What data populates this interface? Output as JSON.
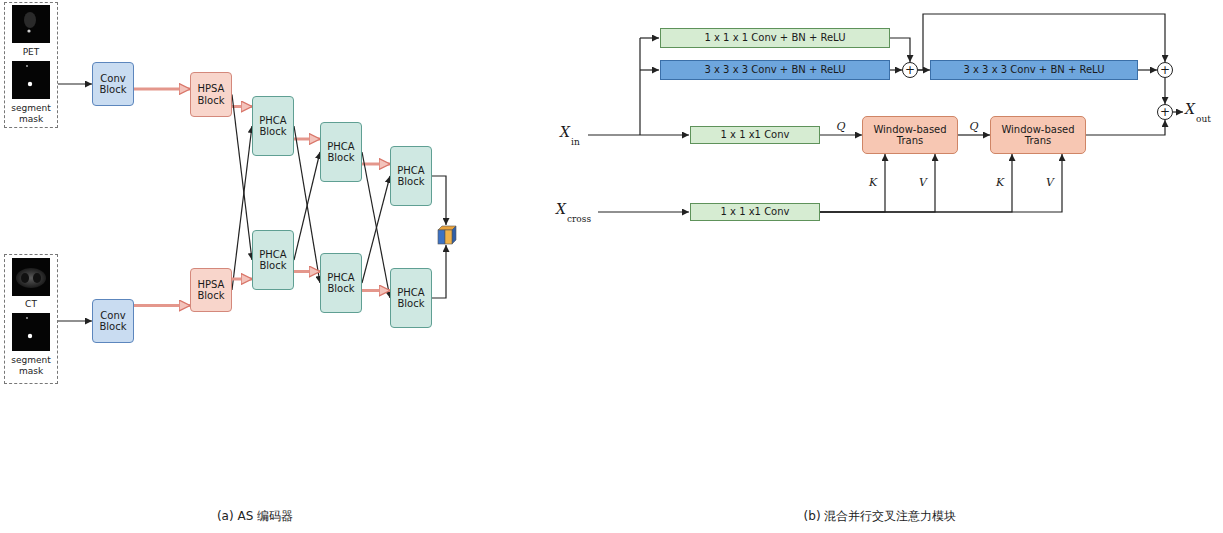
{
  "diagram": {
    "nodes": [
      {
        "text": [
          "PET",
          "segment mask"
        ]
      },
      {
        "text": [
          "Conv Block"
        ]
      },
      {
        "text": [
          "HPSA Block"
        ]
      },
      {
        "text": [
          "PHCA Block"
        ]
      },
      {
        "text": [
          "PHCA Block"
        ]
      },
      {
        "text": [
          "PHCA Block"
        ]
      },
      {
        "text": [
          "CT",
          "segment mask"
        ]
      },
      {
        "text": [
          "Conv Block"
        ]
      },
      {
        "text": [
          "HPSA Block"
        ]
      },
      {
        "text": [
          "PHCA Block"
        ]
      },
      {
        "text": [
          "PHCA Block"
        ]
      },
      {
        "text": [
          "PHCA Block"
        ]
      },
      {
        "text": [
          "1 x 1 x 1 Conv + BN + ReLU"
        ]
      },
      {
        "text": [
          "3 x 3 x 3 Conv + BN + ReLU"
        ]
      },
      {
        "text": [
          "3 x 3 x 3 Conv + BN + ReLU"
        ]
      },
      {
        "text": [
          "1 x 1 x1 Conv"
        ]
      },
      {
        "text": [
          "Window-based Trans"
        ]
      },
      {
        "text": [
          "Window-based Trans"
        ]
      },
      {
        "text": [
          "1 x 1 x1 Conv"
        ]
      },
      {
        "text": [
          "+"
        ]
      },
      {
        "text": [
          "+"
        ]
      },
      {
        "text": [
          "+"
        ]
      }
    ],
    "edges": [
      {
        "from": 0,
        "to": 1,
        "arrow": "to"
      },
      {
        "from": 1,
        "to": 2,
        "arrow": "to"
      },
      {
        "from": 2,
        "to": 3,
        "arrow": "to"
      },
      {
        "from": 2,
        "to": 9,
        "arrow": "to"
      },
      {
        "from": 8,
        "to": 3,
        "arrow": "to"
      },
      {
        "from": 6,
        "to": 7,
        "arrow": "to"
      },
      {
        "from": 7,
        "to": 8,
        "arrow": "to"
      },
      {
        "from": 8,
        "to": 9,
        "arrow": "to"
      },
      {
        "from": 3,
        "to": 4,
        "arrow": "to"
      },
      {
        "from": 3,
        "to": 10,
        "arrow": "to"
      },
      {
        "from": 9,
        "to": 10,
        "arrow": "to"
      },
      {
        "from": 9,
        "to": 4,
        "arrow": "to"
      },
      {
        "from": 4,
        "to": 5,
        "arrow": "to"
      },
      {
        "from": 4,
        "to": 11,
        "arrow": "to"
      },
      {
        "from": 10,
        "to": 11,
        "arrow": "to"
      },
      {
        "from": 10,
        "to": 5,
        "arrow": "to"
      },
      {
        "from": 12,
        "to": 19,
        "arrow": "to"
      },
      {
        "from": 13,
        "to": 19,
        "arrow": "to"
      },
      {
        "from": 19,
        "to": 14,
        "arrow": "to"
      },
      {
        "from": 19,
        "to": 20,
        "arrow": "to"
      },
      {
        "from": 14,
        "to": 20,
        "arrow": "to"
      },
      {
        "from": 20,
        "to": 21,
        "arrow": "to"
      },
      {
        "from": 17,
        "to": 21,
        "arrow": "to"
      },
      {
        "from": 15,
        "to": 16,
        "label": "Q",
        "arrow": "to"
      },
      {
        "from": 16,
        "to": 17,
        "label": "Q",
        "arrow": "to"
      },
      {
        "from": 18,
        "to": 16,
        "label": "K",
        "arrow": "to"
      },
      {
        "from": 18,
        "to": 16,
        "label": "V",
        "arrow": "to"
      },
      {
        "from": 18,
        "to": 17,
        "label": "K",
        "arrow": "to"
      },
      {
        "from": 18,
        "to": 17,
        "label": "V",
        "arrow": "to"
      }
    ],
    "labels": [
      "X",
      "in",
      "X",
      "cross",
      "X",
      "out",
      "(a) AS 编码器",
      "(b) 混合并行交叉注意力模块"
    ]
  }
}
